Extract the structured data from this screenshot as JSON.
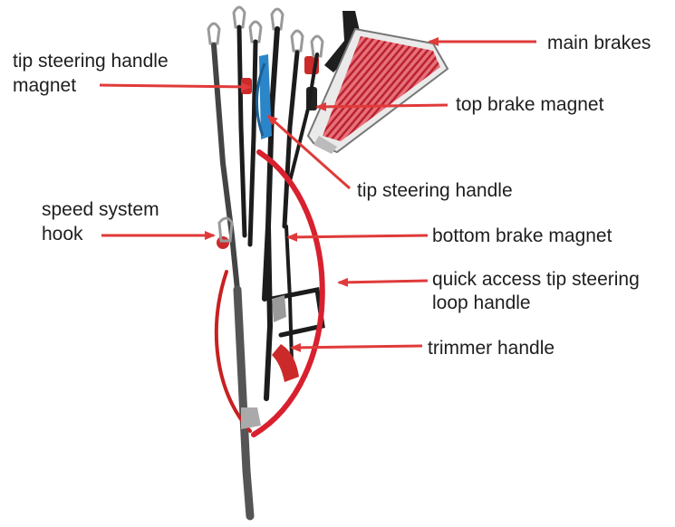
{
  "labels": {
    "main_brakes": "main brakes",
    "top_brake_magnet": "top brake magnet",
    "tip_steering_handle_magnet_l1": "tip steering handle",
    "tip_steering_handle_magnet_l2": "magnet",
    "tip_steering_handle": "tip steering handle",
    "speed_system_hook_l1": "speed system",
    "speed_system_hook_l2": "hook",
    "bottom_brake_magnet": "bottom brake magnet",
    "quick_access_l1": "quick access tip steering",
    "quick_access_l2": "loop handle",
    "trimmer_handle": "trimmer handle"
  },
  "colors": {
    "arrow": "#e03a3a",
    "webbing": "#1c1c1c",
    "red_loop": "#d8202e",
    "blue_handle": "#2a86c8",
    "metal": "#a8a8a8"
  }
}
